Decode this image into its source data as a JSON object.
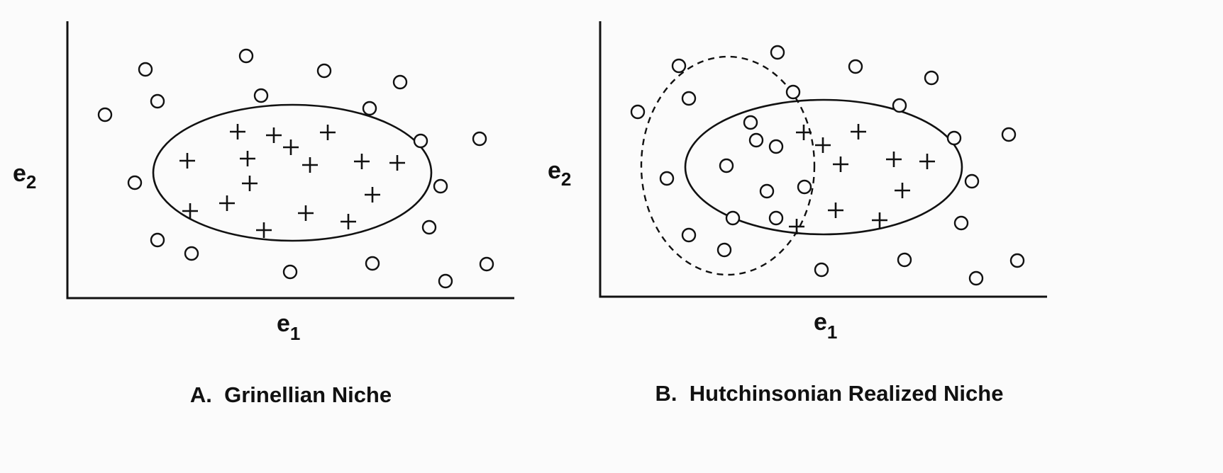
{
  "panels": [
    {
      "caption": "A.  Grinellian Niche",
      "x_label": "e",
      "x_label_sub": "1",
      "y_label": "e",
      "y_label_sub": "2",
      "niche_style": "solid ellipse",
      "circle_points": [
        [
          148,
          162
        ],
        [
          205,
          98
        ],
        [
          222,
          143
        ],
        [
          347,
          79
        ],
        [
          368,
          135
        ],
        [
          457,
          100
        ],
        [
          521,
          153
        ],
        [
          564,
          116
        ],
        [
          593,
          199
        ],
        [
          676,
          196
        ],
        [
          190,
          258
        ],
        [
          621,
          263
        ],
        [
          222,
          339
        ],
        [
          270,
          358
        ],
        [
          409,
          384
        ],
        [
          525,
          372
        ],
        [
          605,
          321
        ],
        [
          628,
          397
        ],
        [
          686,
          373
        ]
      ],
      "plus_points": [
        [
          335,
          186
        ],
        [
          386,
          191
        ],
        [
          462,
          187
        ],
        [
          410,
          208
        ],
        [
          264,
          227
        ],
        [
          349,
          224
        ],
        [
          437,
          233
        ],
        [
          510,
          228
        ],
        [
          560,
          230
        ],
        [
          352,
          259
        ],
        [
          525,
          275
        ],
        [
          268,
          298
        ],
        [
          320,
          287
        ],
        [
          431,
          301
        ],
        [
          491,
          313
        ],
        [
          372,
          325
        ]
      ]
    },
    {
      "caption": "B.  Hutchinsonian Realized Niche",
      "x_label": "e",
      "x_label_sub": "1",
      "y_label": "e",
      "y_label_sub": "2",
      "niche_style": "solid ellipse with dashed overlapping ellipse",
      "circle_points": [
        [
          957,
          93
        ],
        [
          1096,
          74
        ],
        [
          971,
          139
        ],
        [
          899,
          158
        ],
        [
          1118,
          130
        ],
        [
          1206,
          94
        ],
        [
          1313,
          110
        ],
        [
          1268,
          149
        ],
        [
          1058,
          173
        ],
        [
          1066,
          198
        ],
        [
          1094,
          207
        ],
        [
          1345,
          195
        ],
        [
          1422,
          190
        ],
        [
          940,
          252
        ],
        [
          1024,
          234
        ],
        [
          1081,
          270
        ],
        [
          1134,
          264
        ],
        [
          1370,
          256
        ],
        [
          1033,
          308
        ],
        [
          1094,
          308
        ],
        [
          971,
          332
        ],
        [
          1021,
          353
        ],
        [
          1355,
          315
        ],
        [
          1158,
          381
        ],
        [
          1275,
          367
        ],
        [
          1376,
          393
        ],
        [
          1434,
          368
        ]
      ],
      "plus_points": [
        [
          1133,
          187
        ],
        [
          1210,
          186
        ],
        [
          1160,
          205
        ],
        [
          1185,
          232
        ],
        [
          1260,
          225
        ],
        [
          1307,
          228
        ],
        [
          1272,
          269
        ],
        [
          1178,
          297
        ],
        [
          1240,
          311
        ],
        [
          1123,
          320
        ]
      ]
    }
  ],
  "colors": {
    "ink": "#111111",
    "background": "#fbfbfb"
  },
  "marker_names": [
    "circle",
    "plus"
  ]
}
